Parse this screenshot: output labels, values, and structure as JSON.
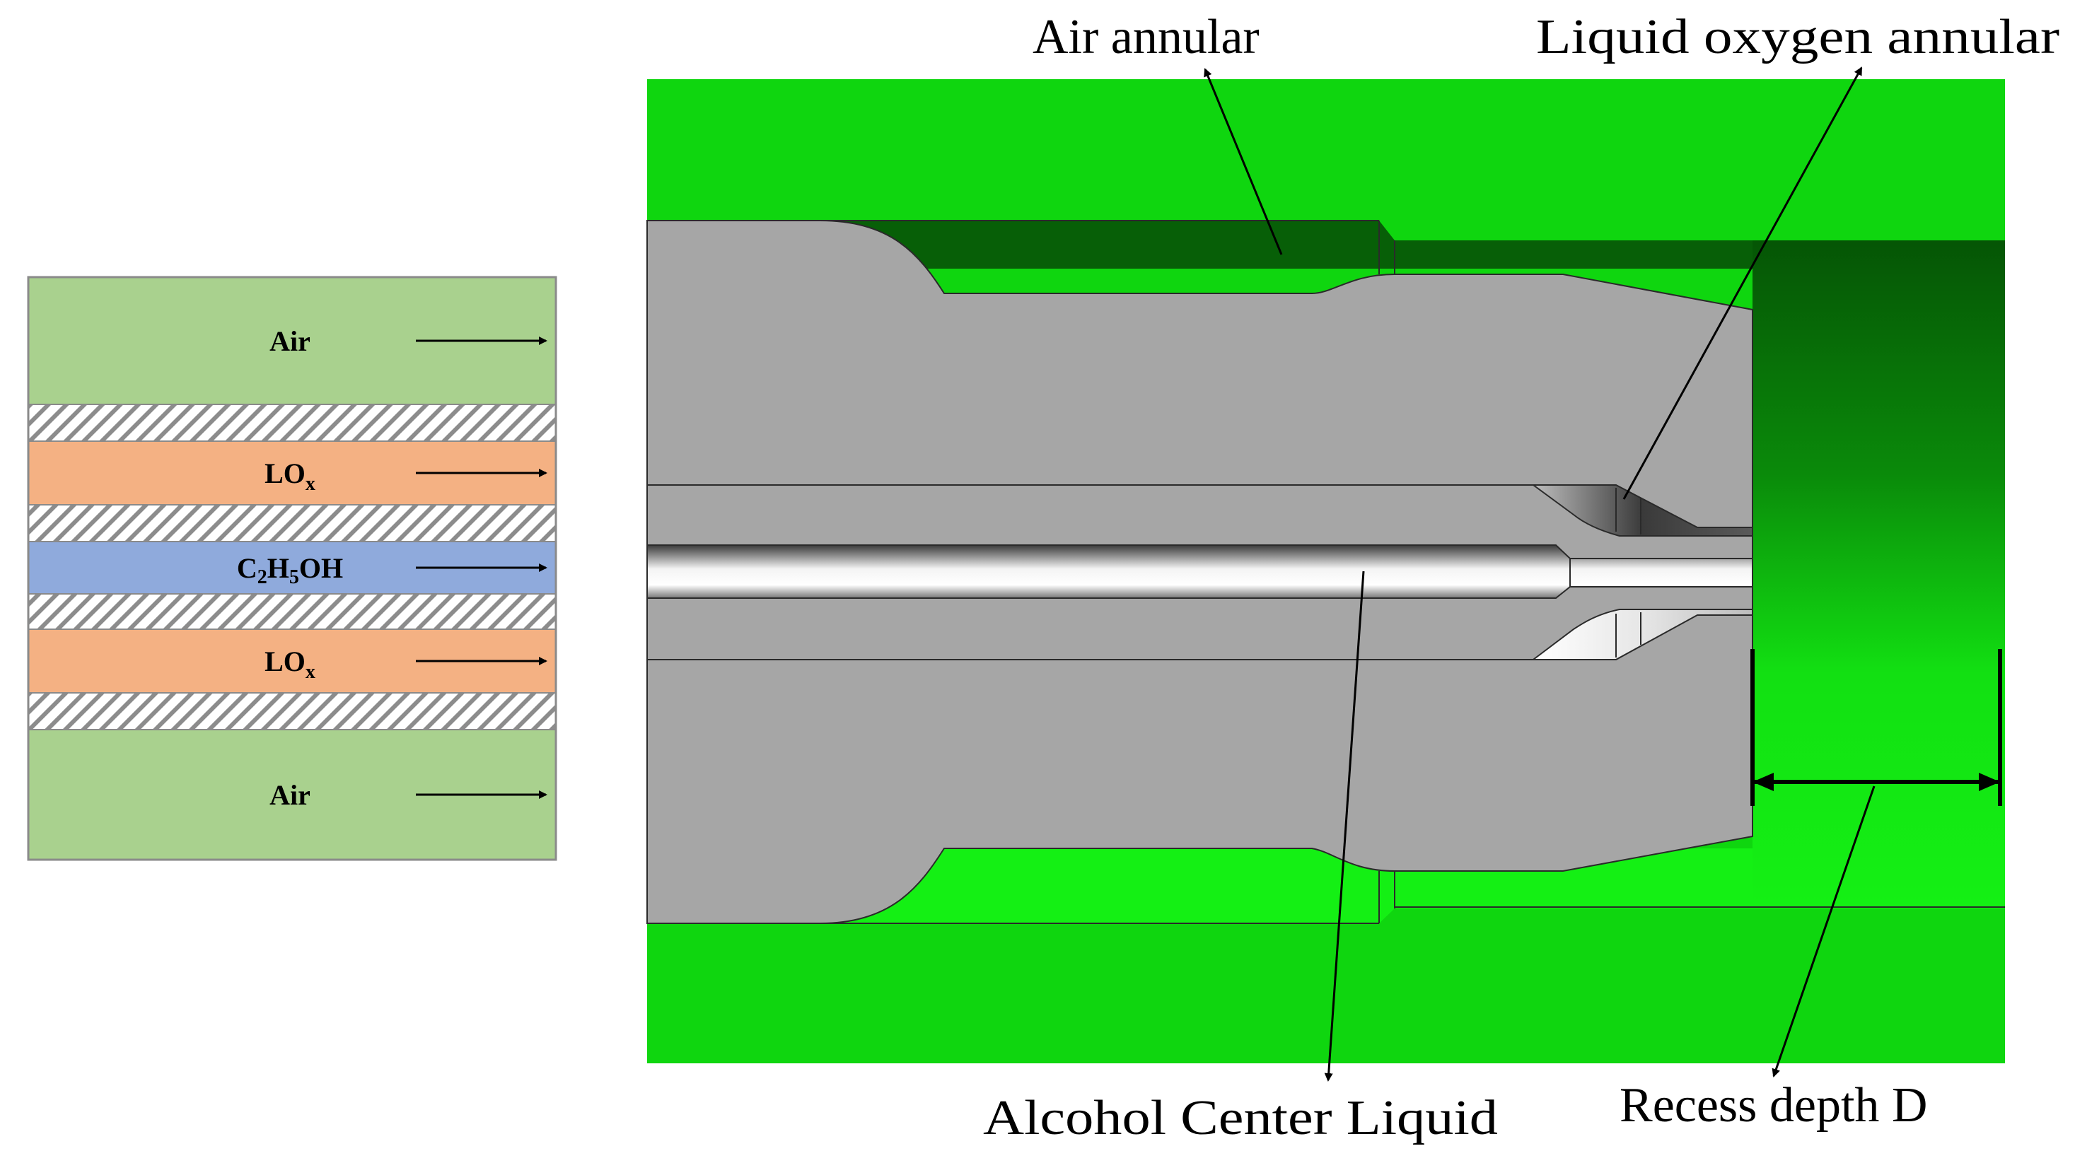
{
  "schematic": {
    "layers": [
      {
        "kind": "fluid",
        "label": "Air",
        "color": "#a9d18e"
      },
      {
        "kind": "wall",
        "color": "#ffffff"
      },
      {
        "kind": "fluid",
        "label": "LO",
        "sub": "x",
        "color": "#f4b183"
      },
      {
        "kind": "wall",
        "color": "#ffffff"
      },
      {
        "kind": "fluid",
        "label": "C2H5OH",
        "color": "#8faadc"
      },
      {
        "kind": "wall",
        "color": "#ffffff"
      },
      {
        "kind": "fluid",
        "label": "LO",
        "sub": "x",
        "color": "#f4b183"
      },
      {
        "kind": "wall",
        "color": "#ffffff"
      },
      {
        "kind": "fluid",
        "label": "Air",
        "color": "#a9d18e"
      }
    ]
  },
  "annotations": {
    "air_annular": "Air annular",
    "liquid_oxygen_annular": "Liquid oxygen annular",
    "alcohol_center_liquid": "Alcohol Center Liquid",
    "recess_depth": "Recess depth D"
  },
  "colors": {
    "green_bright": "#0fd60f",
    "green_dark": "#065706",
    "metal_gray": "#a6a6a6",
    "outline": "#2a2a2a"
  }
}
